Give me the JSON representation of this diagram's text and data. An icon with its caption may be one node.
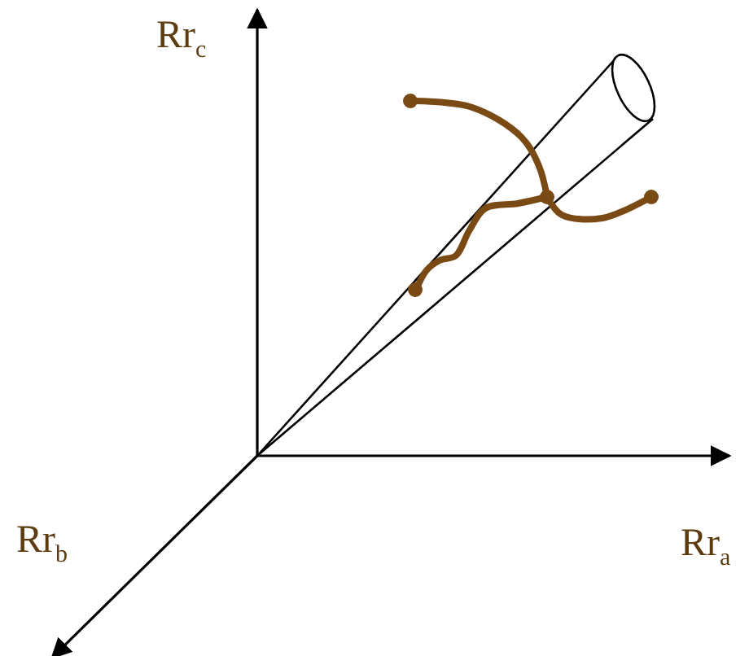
{
  "diagram": {
    "labels": [
      "Rr$_{c}$",
      "Rr$_{a}$",
      "Rr$_{b}$"
    ]
  }
}
